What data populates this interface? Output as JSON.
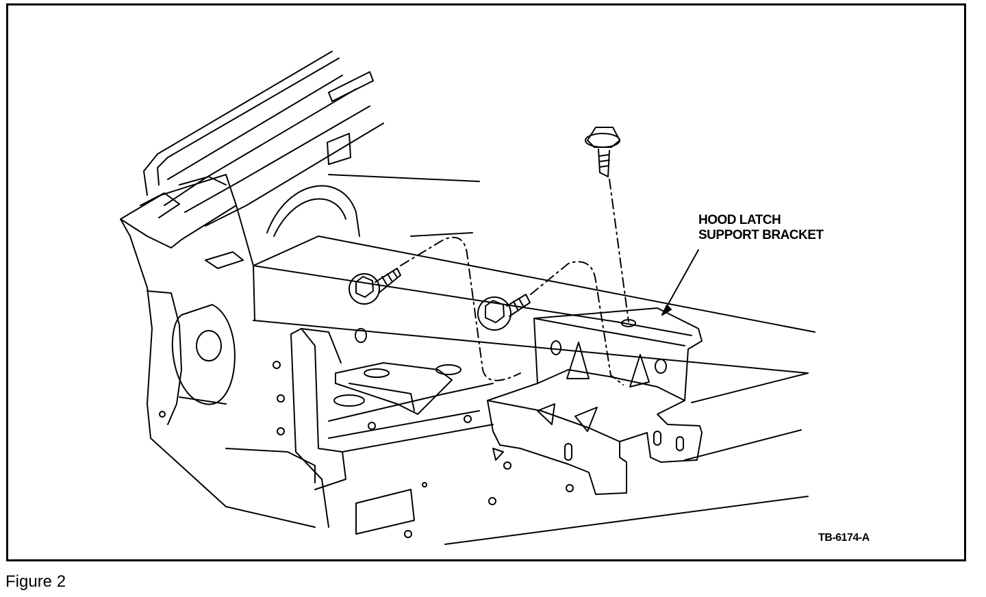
{
  "figure": {
    "callout_line1": "HOOD LATCH",
    "callout_line2": "SUPPORT BRACKET",
    "reference_code": "TB-6174-A",
    "caption": "Figure 2"
  }
}
